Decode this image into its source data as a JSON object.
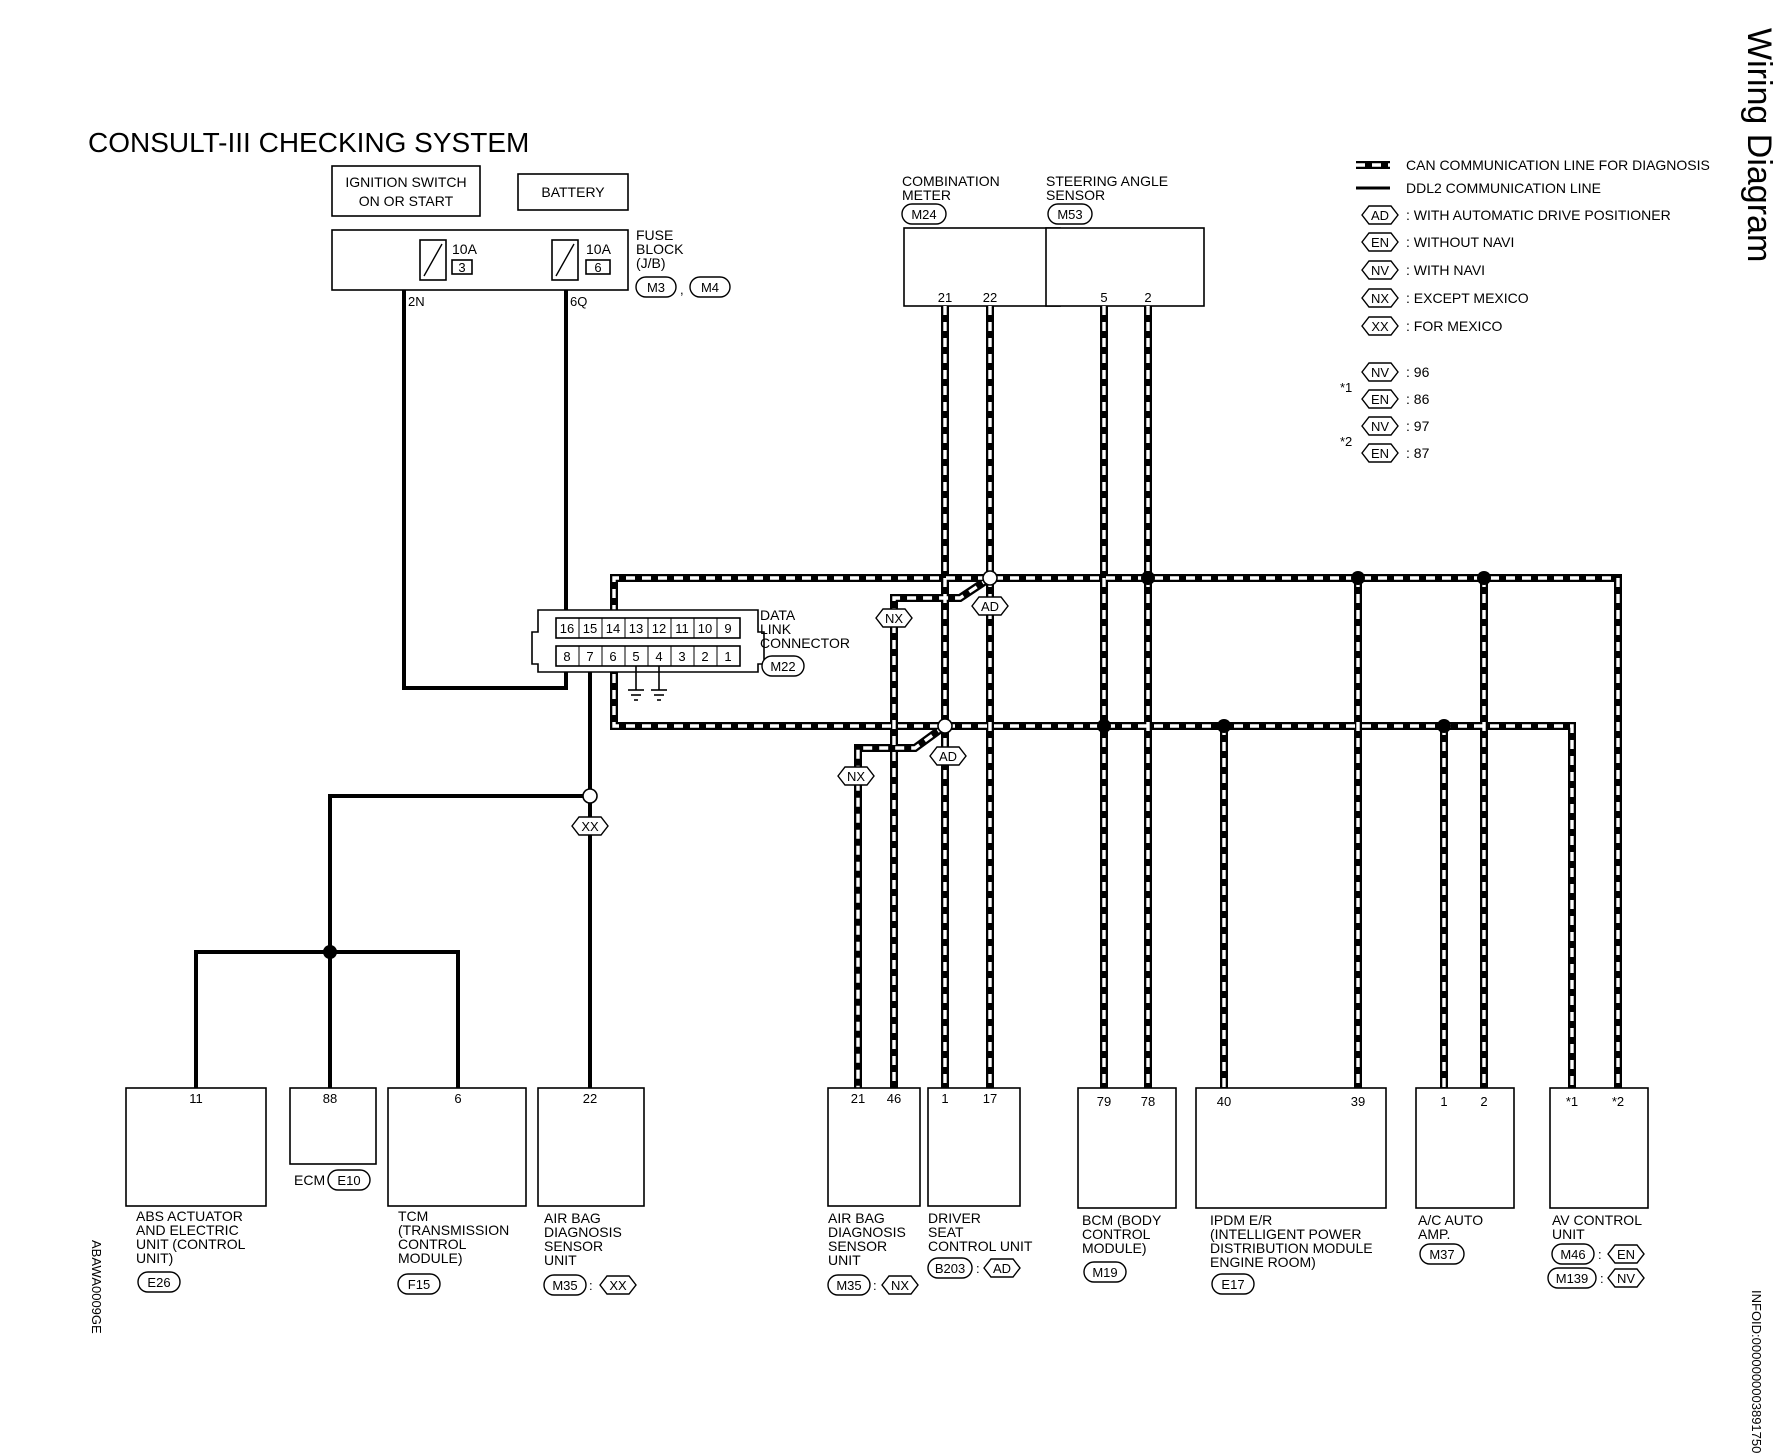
{
  "title": "CONSULT-III CHECKING SYSTEM",
  "side_title": "Wiring Diagram",
  "footer_left": "ABAWA0009GE",
  "footer_right": "INFOID:0000000003891750",
  "legend": {
    "can": "CAN COMMUNICATION LINE FOR DIAGNOSIS",
    "ddl": "DDL2 COMMUNICATION LINE",
    "codes": [
      {
        "code": "AD",
        "text": ": WITH AUTOMATIC DRIVE POSITIONER"
      },
      {
        "code": "EN",
        "text": ": WITHOUT NAVI"
      },
      {
        "code": "NV",
        "text": ": WITH NAVI"
      },
      {
        "code": "NX",
        "text": ": EXCEPT MEXICO"
      },
      {
        "code": "XX",
        "text": ": FOR MEXICO"
      }
    ],
    "star1": {
      "mark": "*1",
      "nv": "NV",
      "nv_val": ": 96",
      "en": "EN",
      "en_val": ": 86"
    },
    "star2": {
      "mark": "*2",
      "nv": "NV",
      "nv_val": ": 97",
      "en": "EN",
      "en_val": ": 87"
    }
  },
  "top": {
    "ignition": [
      "IGNITION SWITCH",
      "ON OR START"
    ],
    "battery": "BATTERY",
    "fuse_block": {
      "label": [
        "FUSE",
        "BLOCK",
        "(J/B)"
      ],
      "conn1": "M3",
      "sep": ",",
      "conn2": "M4",
      "fuses": [
        {
          "amp": "10A",
          "num": "3",
          "out": "2N"
        },
        {
          "amp": "10A",
          "num": "6",
          "out": "6Q"
        }
      ]
    },
    "combination_meter": {
      "label": [
        "COMBINATION",
        "METER"
      ],
      "conn": "M24",
      "pins": [
        "21",
        "22"
      ]
    },
    "steering_sensor": {
      "label": [
        "STEERING ANGLE",
        "SENSOR"
      ],
      "conn": "M53",
      "pins": [
        "5",
        "2"
      ]
    }
  },
  "dlc": {
    "label": [
      "DATA",
      "LINK",
      "CONNECTOR"
    ],
    "conn": "M22",
    "top_pins": [
      "16",
      "15",
      "14",
      "13",
      "12",
      "11",
      "10",
      "9"
    ],
    "bottom_pins": [
      "8",
      "7",
      "6",
      "5",
      "4",
      "3",
      "2",
      "1"
    ]
  },
  "junction_tags": {
    "nx": "NX",
    "ad": "AD",
    "xx": "XX"
  },
  "modules": [
    {
      "id": "abs",
      "pins": [
        "11"
      ],
      "label": [
        "ABS ACTUATOR",
        "AND ELECTRIC",
        "UNIT (CONTROL",
        "UNIT)"
      ],
      "conn": "E26"
    },
    {
      "id": "ecm",
      "pins": [
        "88"
      ],
      "label": [
        "ECM"
      ],
      "conn": "E10"
    },
    {
      "id": "tcm",
      "pins": [
        "6"
      ],
      "label": [
        "TCM",
        "(TRANSMISSION",
        "CONTROL",
        "MODULE)"
      ],
      "conn": "F15"
    },
    {
      "id": "airbag_mx",
      "pins": [
        "22"
      ],
      "label": [
        "AIR BAG",
        "DIAGNOSIS",
        "SENSOR",
        "UNIT"
      ],
      "conn": "M35",
      "tag": "XX"
    },
    {
      "id": "airbag",
      "pins": [
        "21",
        "46"
      ],
      "label": [
        "AIR BAG",
        "DIAGNOSIS",
        "SENSOR",
        "UNIT"
      ],
      "conn": "M35",
      "tag": "NX"
    },
    {
      "id": "driver_seat",
      "pins": [
        "1",
        "17"
      ],
      "label": [
        "DRIVER",
        "SEAT",
        "CONTROL UNIT"
      ],
      "conn": "B203",
      "tag": "AD"
    },
    {
      "id": "bcm",
      "pins": [
        "79",
        "78"
      ],
      "label": [
        "BCM (BODY",
        "CONTROL",
        "MODULE)"
      ],
      "conn": "M19"
    },
    {
      "id": "ipdm",
      "pins": [
        "40",
        "39"
      ],
      "label": [
        "IPDM E/R",
        "(INTELLIGENT POWER",
        "DISTRIBUTION MODULE",
        "ENGINE ROOM)"
      ],
      "conn": "E17"
    },
    {
      "id": "ac",
      "pins": [
        "1",
        "2"
      ],
      "label": [
        "A/C AUTO",
        "AMP."
      ],
      "conn": "M37"
    },
    {
      "id": "av",
      "pins": [
        "*1",
        "*2"
      ],
      "label": [
        "AV CONTROL",
        "UNIT"
      ],
      "conn1": "M46",
      "tag1": "EN",
      "conn2": "M139",
      "tag2": "NV"
    }
  ]
}
